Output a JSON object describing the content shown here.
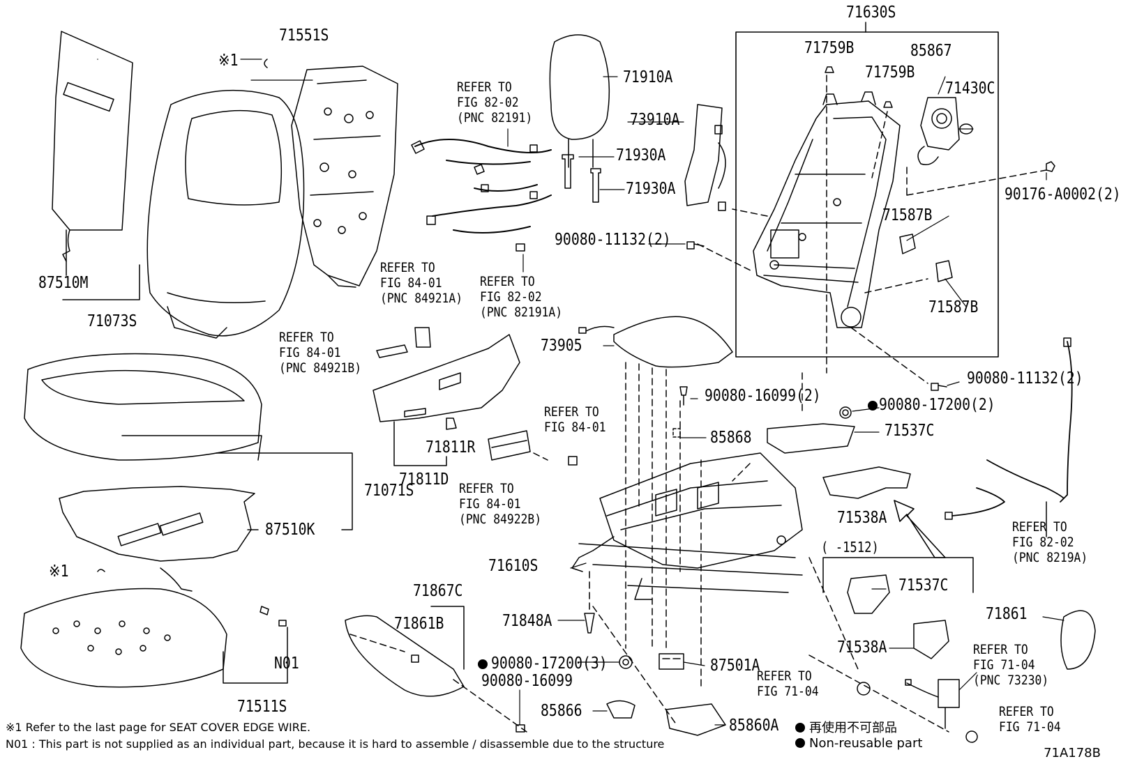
{
  "parts": {
    "p71630S": "71630S",
    "p71759B_a": "71759B",
    "p71759B_b": "71759B",
    "p85867": "85867",
    "p71430C": "71430C",
    "p90176": "90176-A0002(2)",
    "p71587B_a": "71587B",
    "p71587B_b": "71587B",
    "p90080_11132_a": "90080-11132(2)",
    "p90080_11132_b": "90080-11132(2)",
    "p90080_17200_2": "90080-17200(2)",
    "p71551S": "71551S",
    "p71910A": "71910A",
    "p73910A": "73910A",
    "p71930A_a": "71930A",
    "p71930A_b": "71930A",
    "p87510M": "87510M",
    "p71073S": "71073S",
    "p73905": "73905",
    "p90080_16099_2": "90080-16099(2)",
    "p85868": "85868",
    "p71537C_a": "71537C",
    "p71538A_a": "71538A",
    "p71811R": "71811R",
    "p71811D": "71811D",
    "p71071S": "71071S",
    "p87510K": "87510K",
    "p71610S": "71610S",
    "p71867C": "71867C",
    "p71861B": "71861B",
    "p71848A": "71848A",
    "p90080_17200_3": "90080-17200(3)",
    "p87501A": "87501A",
    "p90080_16099": "90080-16099",
    "p85866": "85866",
    "p85860A": "85860A",
    "pN01": "N01",
    "p71511S": "71511S",
    "p71537C_b": "71537C",
    "p71538A_b": "71538A",
    "p71861": "71861",
    "mark1_a": "※1",
    "mark1_b": "※1",
    "range": "(     -1512)"
  },
  "refs": {
    "r1": [
      "REFER TO",
      "FIG 82-02",
      "(PNC 82191)"
    ],
    "r2": [
      "REFER TO",
      "FIG 84-01",
      "(PNC 84921A)"
    ],
    "r3": [
      "REFER TO",
      "FIG 82-02",
      "(PNC 82191A)"
    ],
    "r4": [
      "REFER TO",
      "FIG 84-01",
      "(PNC 84921B)"
    ],
    "r5": [
      "REFER TO",
      "FIG 84-01"
    ],
    "r6": [
      "REFER TO",
      "FIG 84-01",
      "(PNC 84922B)"
    ],
    "r7": [
      "REFER TO",
      "FIG 82-02",
      "(PNC 8219A)"
    ],
    "r8": [
      "REFER TO",
      "FIG 71-04",
      "(PNC 73230)"
    ],
    "r9": [
      "REFER TO",
      "FIG 71-04"
    ],
    "r10": [
      "REFER TO",
      "FIG 71-04"
    ]
  },
  "footnotes": {
    "note1": "※1 Refer to the last page for SEAT COVER EDGE WIRE.",
    "note2": "N01 : This part is not supplied as an individual part, because it is hard to assemble / disassemble due to the structure"
  },
  "legend": {
    "jp": "再使用不可部品",
    "en": "Non-reusable part"
  },
  "figure_code": "71A178B"
}
